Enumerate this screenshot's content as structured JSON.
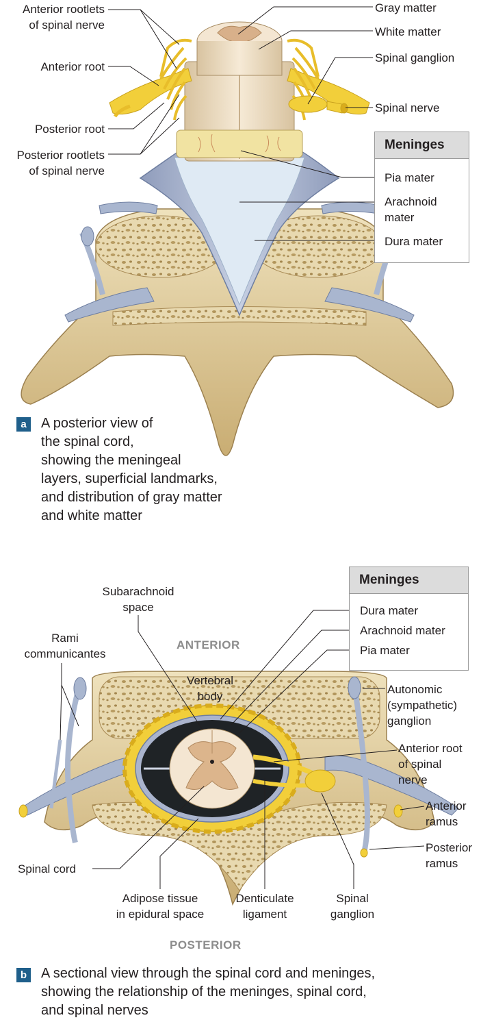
{
  "panel_a": {
    "labels": {
      "anterior_rootlets": [
        "Anterior rootlets",
        "of spinal nerve"
      ],
      "anterior_root": "Anterior root",
      "posterior_root": "Posterior root",
      "posterior_rootlets": [
        "Posterior rootlets",
        "of spinal nerve"
      ],
      "gray_matter": "Gray matter",
      "white_matter": "White matter",
      "spinal_ganglion": "Spinal ganglion",
      "spinal_nerve": "Spinal nerve"
    },
    "meninges": {
      "title": "Meninges",
      "pia": "Pia mater",
      "arachnoid": [
        "Arachnoid",
        "mater"
      ],
      "dura": "Dura mater"
    },
    "caption": {
      "letter": "a",
      "lines": [
        "A posterior view of",
        "the spinal cord,",
        "showing the meningeal",
        "layers, superficial landmarks,",
        "and distribution of gray matter",
        "and white matter"
      ]
    }
  },
  "panel_b": {
    "meninges": {
      "title": "Meninges",
      "dura": "Dura mater",
      "arachnoid": "Arachnoid mater",
      "pia": "Pia mater"
    },
    "labels": {
      "subarachnoid": [
        "Subarachnoid",
        "space"
      ],
      "rami": [
        "Rami",
        "communicantes"
      ],
      "anterior": "ANTERIOR",
      "vertebral_body": [
        "Vertebral",
        "body"
      ],
      "autonomic": [
        "Autonomic",
        "(sympathetic)",
        "ganglion"
      ],
      "anterior_root": [
        "Anterior root",
        "of spinal",
        "nerve"
      ],
      "anterior_ramus": [
        "Anterior",
        "ramus"
      ],
      "posterior_ramus": [
        "Posterior",
        "ramus"
      ],
      "spinal_cord": "Spinal cord",
      "adipose": [
        "Adipose tissue",
        "in epidural space"
      ],
      "denticulate": [
        "Denticulate",
        "ligament"
      ],
      "spinal_ganglion": [
        "Spinal",
        "ganglion"
      ],
      "posterior": "POSTERIOR"
    },
    "caption": {
      "letter": "b",
      "lines": [
        "A sectional view through the spinal cord and meninges,",
        "showing the relationship of the meninges, spinal cord,",
        "and spinal nerves"
      ]
    }
  },
  "colors": {
    "bone": "#e8d9b0",
    "bone_shadow": "#b89a5e",
    "nerve": "#f2cf3a",
    "dura": "#aeb8d0",
    "arachnoid": "#dce8f2",
    "cord": "#f4e6d2",
    "gray_matter": "#dcb58c",
    "badge": "#1f5f8b"
  }
}
